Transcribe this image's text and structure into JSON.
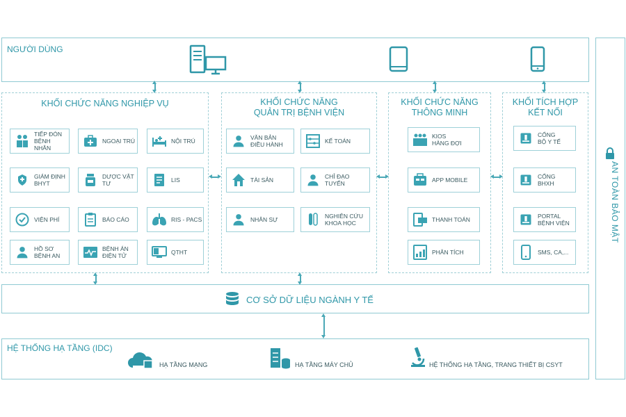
{
  "users": {
    "title": "NGƯỜI DÙNG"
  },
  "security": {
    "label": "AN TOÀN BẢO MẬT"
  },
  "blocks": {
    "business": {
      "title": "KHỐI CHỨC NĂNG NGHIỆP VỤ",
      "modules": [
        {
          "label": "TIẾP ĐÓN\nBỆNH NHÂN",
          "icon": "reception-icon"
        },
        {
          "label": "NGOẠI TRÚ",
          "icon": "outpatient-icon"
        },
        {
          "label": "NỘI TRÚ",
          "icon": "inpatient-bed-icon"
        },
        {
          "label": "GIÁM ĐỊNH\nBHYT",
          "icon": "insurance-hands-icon"
        },
        {
          "label": "DƯỢC VẬT TƯ",
          "icon": "medicine-bottle-icon"
        },
        {
          "label": "LIS",
          "icon": "lab-doc-icon"
        },
        {
          "label": "VIỆN PHÍ",
          "icon": "hospital-fee-icon"
        },
        {
          "label": "BÁO CÁO",
          "icon": "report-icon"
        },
        {
          "label": "RIS - PACS",
          "icon": "lungs-icon"
        },
        {
          "label": "HỒ SƠ\nBỆNH AN",
          "icon": "patient-record-icon"
        },
        {
          "label": "BỆNH ÁN\nĐIỆN TỬ",
          "icon": "ecg-icon"
        },
        {
          "label": "QTHT",
          "icon": "monitor-icon"
        }
      ]
    },
    "management": {
      "title": "KHỐI CHỨC NĂNG\nQUẢN TRỊ BỆNH VIỆN",
      "modules": [
        {
          "label": "VĂN BẢN\nĐIỀU HÀNH",
          "icon": "document-user-icon"
        },
        {
          "label": "KẾ TOÁN",
          "icon": "abacus-icon"
        },
        {
          "label": "TÀI SẢN",
          "icon": "house-icon"
        },
        {
          "label": "CHỈ ĐẠO\nTUYẾN",
          "icon": "doctor-icon"
        },
        {
          "label": "NHÂN SỰ",
          "icon": "staff-icon"
        },
        {
          "label": "NGHIÊN CỨU\nKHOA HỌC",
          "icon": "test-tube-icon"
        }
      ]
    },
    "smart": {
      "title": "KHỐI CHỨC NĂNG\nTHÔNG MINH",
      "modules": [
        {
          "label": "KIOS\nHÀNG ĐỢI",
          "icon": "queue-kiosk-icon"
        },
        {
          "label": "APP MOBILE",
          "icon": "mobile-app-icon"
        },
        {
          "label": "THANH TOÁN",
          "icon": "payment-icon"
        },
        {
          "label": "PHÂN TÍCH",
          "icon": "analytics-icon"
        }
      ]
    },
    "integration": {
      "title": "KHỐI TÍCH HỢP\nKẾT NỐI",
      "modules": [
        {
          "label": "CỔNG\nBỘ Y TẾ",
          "icon": "gate-icon"
        },
        {
          "label": "CỔNG\nBHXH",
          "icon": "gate-icon"
        },
        {
          "label": "PORTAL\nBỆNH VIỆN",
          "icon": "gate-icon"
        },
        {
          "label": "SMS, CA,...",
          "icon": "phone-icon"
        }
      ]
    }
  },
  "database": {
    "label": "CƠ SỞ DỮ LIỆU NGÀNH Y TẾ"
  },
  "infra": {
    "title": "HỆ THỐNG HẠ TẦNG (IDC)",
    "items": [
      {
        "label": "HẠ TẦNG MẠNG",
        "icon": "cloud-network-icon"
      },
      {
        "label": "HẠ TẦNG MÁY CHỦ",
        "icon": "server-rack-icon"
      },
      {
        "label": "HỆ THỐNG HẠ TẦNG, TRANG THIẾT BỊ CSYT",
        "icon": "microscope-icon"
      }
    ]
  }
}
